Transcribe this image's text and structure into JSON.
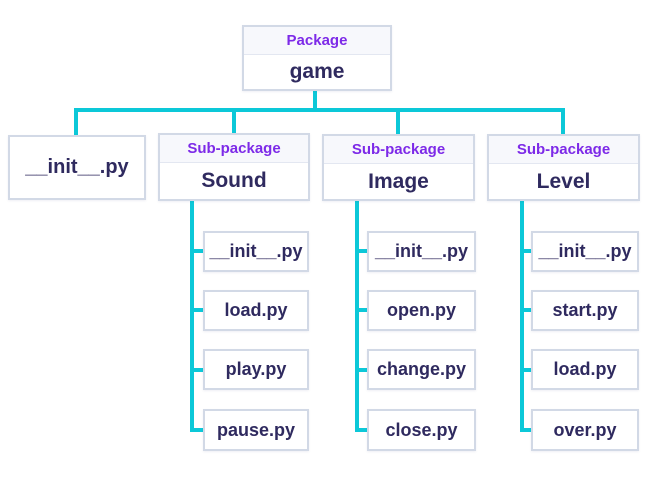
{
  "diagram": {
    "title": "Python package structure tree",
    "colors": {
      "connector": "#0cc8d8",
      "tag_text": "#7d2ae8",
      "node_text": "#2f2a5f",
      "node_border": "#d2d9e6",
      "tag_strip_bg": "#f7f8fc"
    },
    "root": {
      "tag": "Package",
      "title": "game"
    },
    "root_file": "__init__.py",
    "subpackages": [
      {
        "tag": "Sub-package",
        "title": "Sound",
        "children": [
          "__init__.py",
          "load.py",
          "play.py",
          "pause.py"
        ]
      },
      {
        "tag": "Sub-package",
        "title": "Image",
        "children": [
          "__init__.py",
          "open.py",
          "change.py",
          "close.py"
        ]
      },
      {
        "tag": "Sub-package",
        "title": "Level",
        "children": [
          "__init__.py",
          "start.py",
          "load.py",
          "over.py"
        ]
      }
    ]
  }
}
